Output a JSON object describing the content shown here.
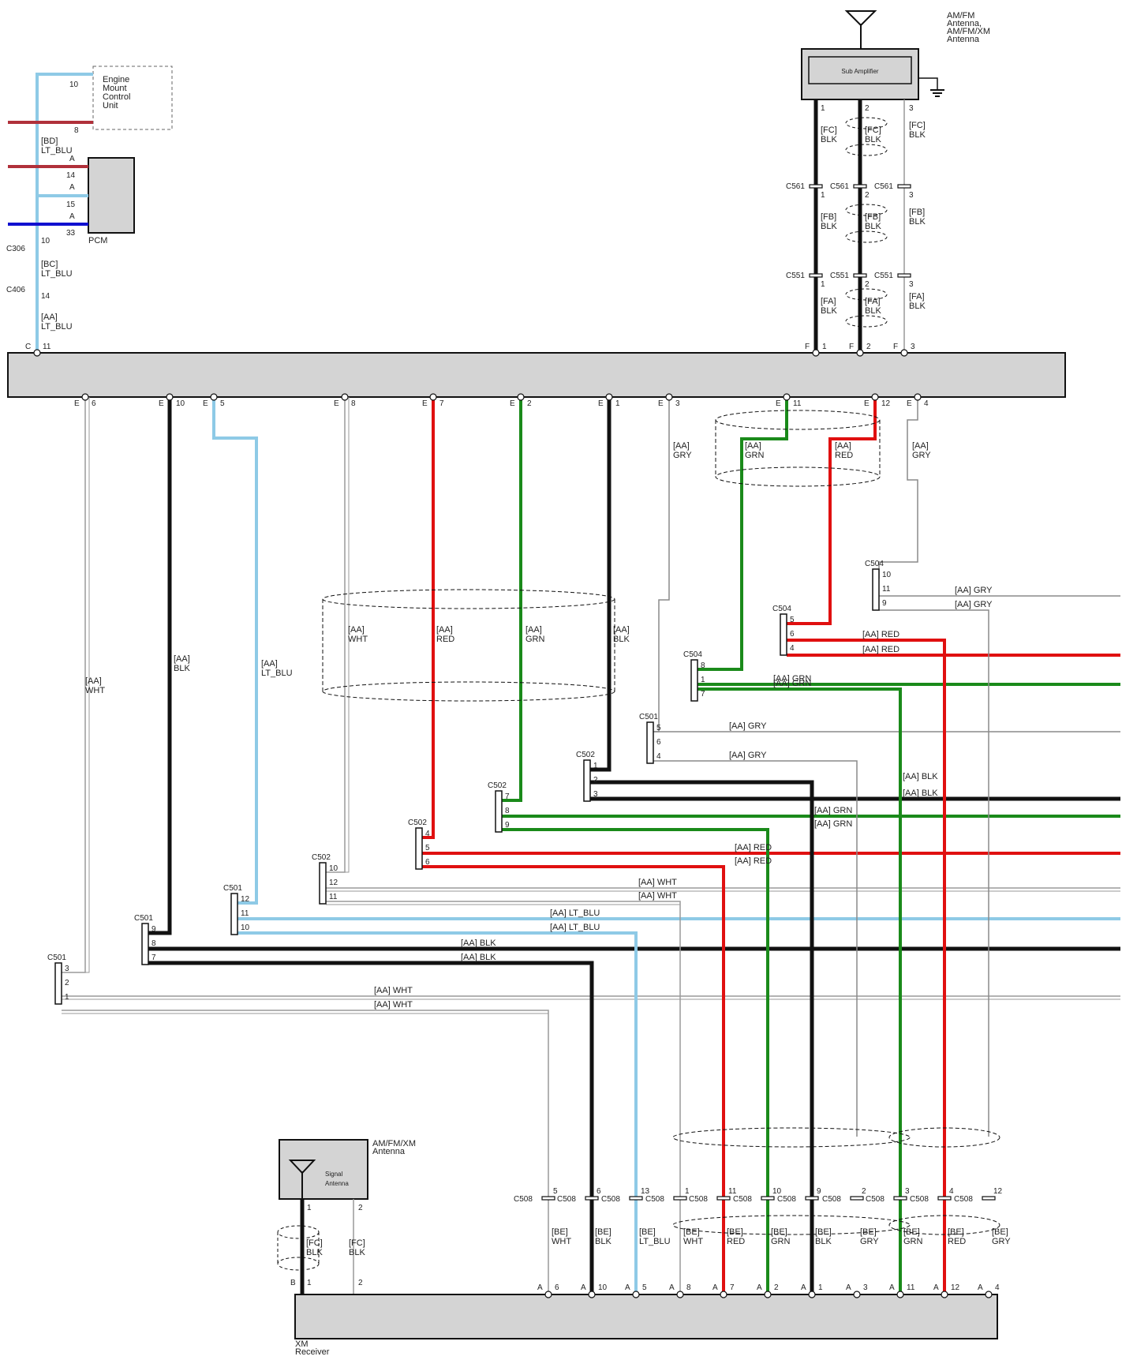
{
  "components": {
    "am_fm_antenna": [
      "AM/FM",
      "Antenna,",
      "AM/FM/XM",
      "Antenna"
    ],
    "sub_amplifier": "Sub Amplifier",
    "engine_mount_control_unit": [
      "Engine",
      "Mount",
      "Control",
      "Unit"
    ],
    "pcm": "PCM",
    "am_fm_xm_antenna_bottom": [
      "AM/FM/XM",
      "Antenna"
    ],
    "signal_antenna": [
      "Signal",
      "Antenna"
    ],
    "xm_receiver": [
      "XM",
      "Receiver"
    ]
  },
  "connectors": {
    "c501": "C501",
    "c502": "C502",
    "c504": "C504",
    "c508": "C508",
    "c551": "C551",
    "c561": "C561",
    "c306": "C306",
    "c406": "C406"
  },
  "wire_labels": {
    "aa_wht": "[AA]  WHT",
    "aa_blk": "[AA]  BLK",
    "aa_ltblu": "[AA]  LT_BLU",
    "aa_red": "[AA]  RED",
    "aa_grn": "[AA]  GRN",
    "aa_gry": "[AA]  GRY",
    "aa": "[AA]",
    "wht": "WHT",
    "blk": "BLK",
    "ltblu": "LT_BLU",
    "red": "RED",
    "grn": "GRN",
    "gry": "GRY",
    "bd": "[BD]",
    "bc": "[BC]",
    "be": "[BE]",
    "fa": "[FA]",
    "fb": "[FB]",
    "fc": "[FC]"
  },
  "pins": {
    "p1": "1",
    "p2": "2",
    "p3": "3",
    "p4": "4",
    "p5": "5",
    "p6": "6",
    "p7": "7",
    "p8": "8",
    "p9": "9",
    "p10": "10",
    "p11": "11",
    "p12": "12",
    "p13": "13",
    "p14": "14",
    "p15": "15",
    "p33": "33",
    "A": "A",
    "B": "B",
    "C": "C",
    "E": "E",
    "F": "F"
  },
  "colors": {
    "wht": "#9a9a9a",
    "blk": "#111111",
    "ltblu": "#8ecae6",
    "red": "#e01010",
    "grn": "#1a8a1a",
    "gry": "#8a8a8a",
    "dkred": "#b0303a",
    "blue": "#1010d0",
    "bus": "#d4d4d4"
  }
}
